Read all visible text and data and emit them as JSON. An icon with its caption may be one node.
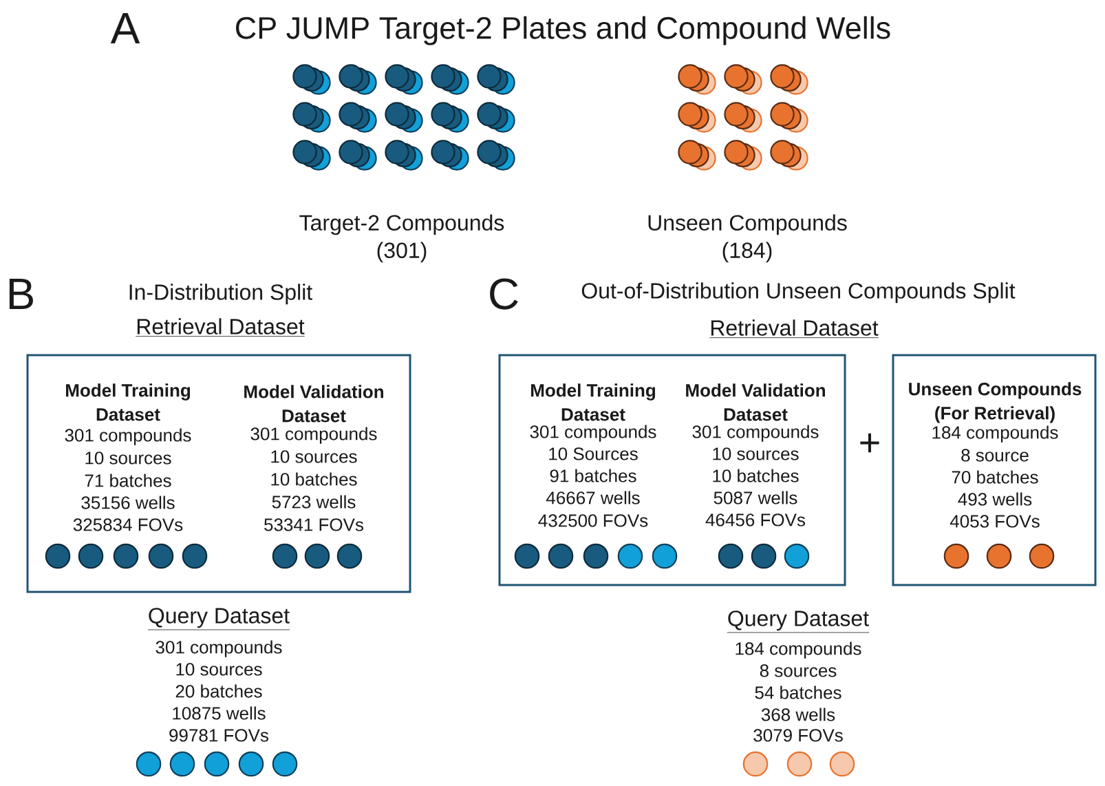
{
  "diagram": {
    "title": "CP JUMP Target-2 Plates and Compound Wells",
    "nodes": [
      {
        "text": [
          "Retrieval Dataset",
          "Model Training Dataset",
          "301 compounds",
          "10 sources",
          "71 batches",
          "35156 wells",
          "325834 FOVs",
          "Model Validation Dataset",
          "301 compounds",
          "10 sources",
          "10 batches",
          "5723 wells",
          "53341 FOVs"
        ]
      },
      {
        "text": [
          "Model Training Dataset",
          "301 compounds",
          "10 Sources",
          "91 batches",
          "46667 wells",
          "432500 FOVs",
          "Model Validation Dataset",
          "301 compounds",
          "10 sources",
          "10 batches",
          "5087 wells",
          "46456 FOVs"
        ]
      },
      {
        "text": [
          "Unseen Compounds (For Retrieval)",
          "184 compounds",
          "8 source",
          "70 batches",
          "493 wells",
          "4053 FOVs"
        ]
      }
    ],
    "labels": [
      "A",
      "Target-2 Compounds (301)",
      "Unseen Compounds (184)",
      "B",
      "In-Distribution Split",
      "Query Dataset",
      "301 compounds",
      "10 sources",
      "20 batches",
      "10875 wells",
      "99781 FOVs",
      "C",
      "Out-of-Distribution Unseen Compounds Split",
      "Retrieval Dataset",
      "+",
      "Query Dataset",
      "184 compounds",
      "8 sources",
      "54 batches",
      "368 wells",
      "3079 FOVs"
    ]
  }
}
